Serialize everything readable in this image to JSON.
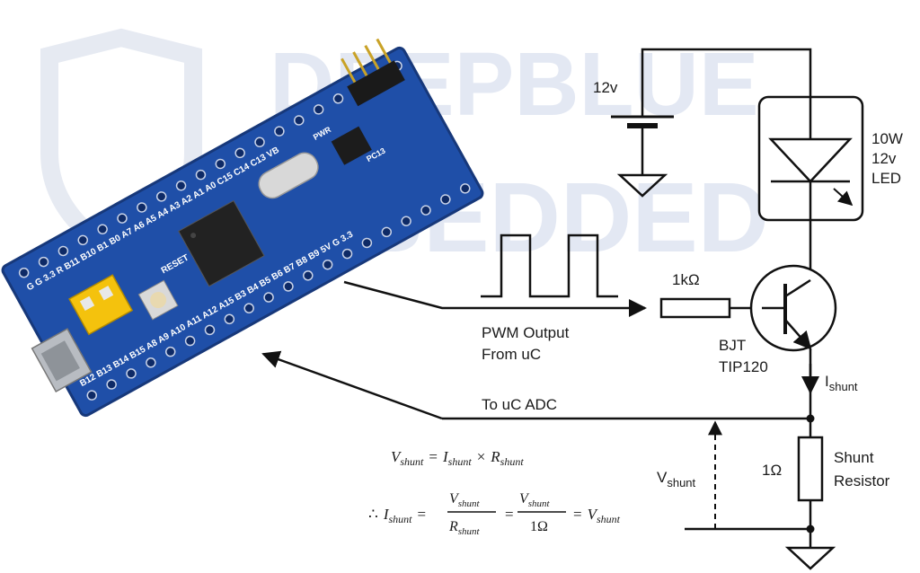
{
  "watermark": {
    "line1": "DEEPBLUE",
    "line2": "MBEDDED"
  },
  "board": {
    "top_pins": "G G 3.3 R B11 B10 B1 B0 A7 A6 A5 A4 A3 A2 A1 A0 C15 C14 C13 VB",
    "bottom_pins": "B12 B13 B14 B15 A8 A9 A10 A11 A12 A15 B3 B4 B5 B6 B7 B8 B9 5V G 3.3",
    "reset_label": "RESET",
    "pwr_label": "PWR",
    "pc13_label": "PC13"
  },
  "circuit": {
    "supply_label": "12v",
    "led_label": [
      "10W",
      "12v",
      "LED"
    ],
    "resistor_label": "1kΩ",
    "pwm_label": [
      "PWM Output",
      "From uC"
    ],
    "bjt_label": [
      "BJT",
      "TIP120"
    ],
    "current_label": "I",
    "current_sub": "shunt",
    "adc_label": "To uC ADC",
    "vshunt_label": "V",
    "vshunt_sub": "shunt",
    "shunt_value": "1Ω",
    "shunt_label": [
      "Shunt",
      "Resistor"
    ]
  },
  "formulas": {
    "eq1": {
      "V": "V",
      "Vsub": "shunt",
      "eq": "=",
      "I": "I",
      "Isub": "shunt",
      "times": "×",
      "R": "R",
      "Rsub": "shunt"
    },
    "eq2": {
      "therefore": "∴",
      "I": "I",
      "Isub": "shunt",
      "eq": "=",
      "num1": "V",
      "num1sub": "shunt",
      "den1": "R",
      "den1sub": "shunt",
      "num2": "V",
      "num2sub": "shunt",
      "den2": "1Ω",
      "res": "V",
      "ressub": "shunt"
    }
  }
}
